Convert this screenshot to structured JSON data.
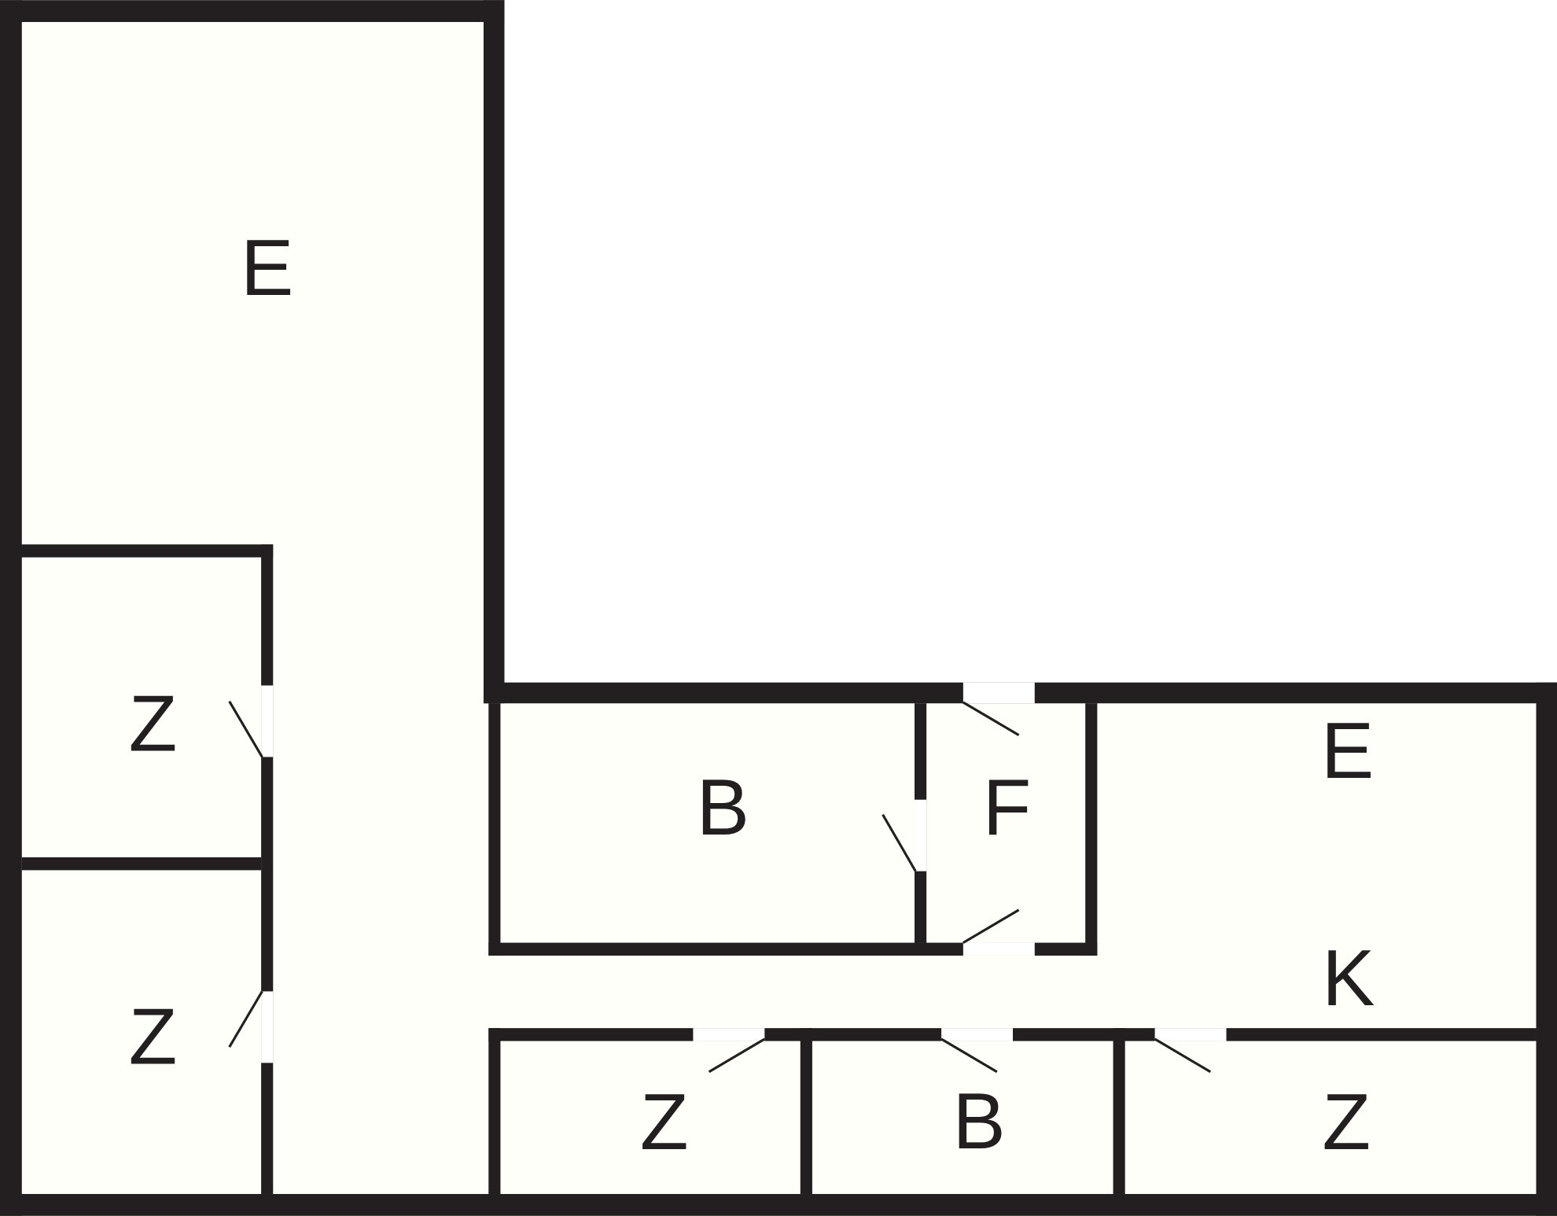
{
  "colors": {
    "wall": "#231f20",
    "floor": "#fefff8",
    "background": "#ffffff"
  },
  "rooms": [
    {
      "label": "E"
    },
    {
      "label": "Z"
    },
    {
      "label": "Z"
    },
    {
      "label": "B"
    },
    {
      "label": "F"
    },
    {
      "label": "E"
    },
    {
      "label": "K"
    },
    {
      "label": "Z"
    },
    {
      "label": "B"
    },
    {
      "label": "Z"
    }
  ]
}
